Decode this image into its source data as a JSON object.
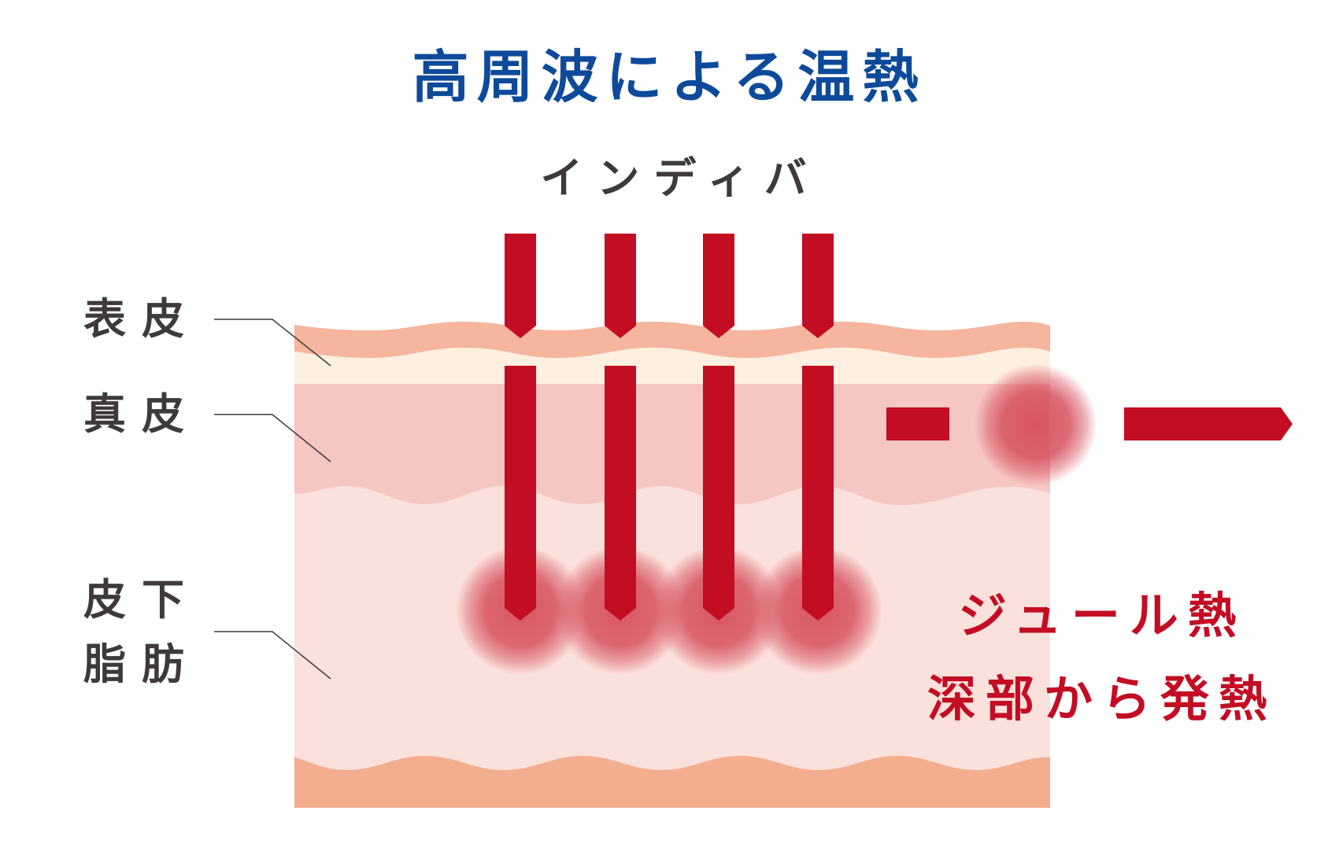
{
  "title": "高周波による温熱",
  "device": {
    "label": "インディバ"
  },
  "layers": [
    {
      "id": "epidermis",
      "label": "表皮",
      "color": "#f5b59e"
    },
    {
      "id": "dermis",
      "label": "真皮",
      "color": "#f6c6c3"
    },
    {
      "id": "subcutaneous_fat",
      "label": "皮下\n脂肪",
      "label_line1": "皮下",
      "label_line2": "脂肪",
      "color": "#fbe1dc"
    }
  ],
  "layer_colors": {
    "epidermis_top": "#f5b59e",
    "epidermis_cream": "#fdf0e0",
    "dermis": "#f6c6c3",
    "subcutaneous_fat": "#fbe1dc",
    "bottom_layer": "#f3ae8f"
  },
  "arrows": {
    "count": 4,
    "color": "#c30d23",
    "direction": "down"
  },
  "heat": {
    "line1": "ジュール熱",
    "line2": "深部から発熱",
    "color": "#c30d23",
    "glow_color": "#d6505e"
  },
  "colors": {
    "title": "#0e4a9a",
    "label_text": "#3e3a39",
    "leader_line": "#3e3a39"
  }
}
